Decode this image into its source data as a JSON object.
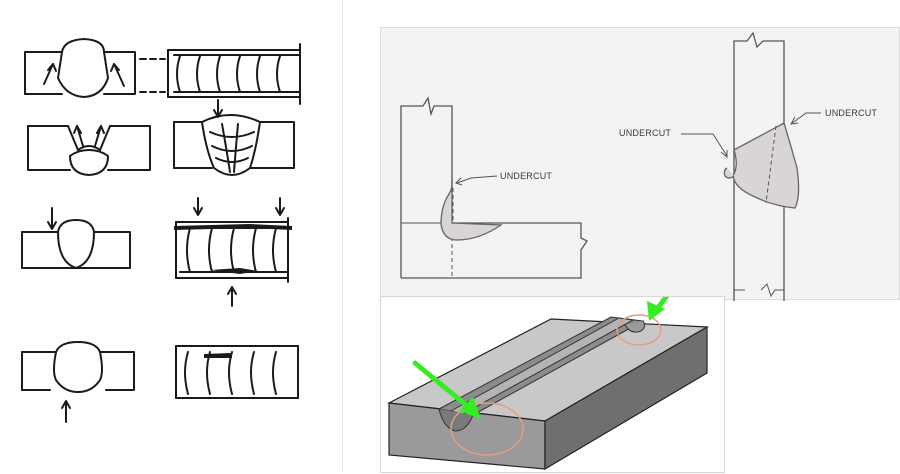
{
  "labels": {
    "fillet_undercut": "UNDERCUT",
    "tjoint_undercut_left": "UNDERCUT",
    "tjoint_undercut_right": "UNDERCUT"
  },
  "colors": {
    "weld_fill": "#d9d5d5",
    "arrow_green": "#33ee22",
    "highlight_ring": "#e0a080",
    "plate_top": "#c8c8c8",
    "plate_side": "#8a8a8a"
  }
}
